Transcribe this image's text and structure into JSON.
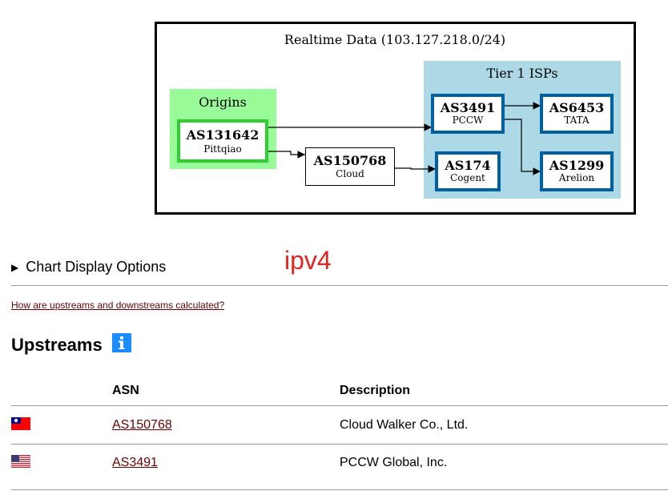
{
  "graph": {
    "title": "Realtime Data (103.127.218.0/24)",
    "clusters": {
      "origins": "Origins",
      "tier1": "Tier 1 ISPs"
    },
    "nodes": {
      "as131642": {
        "asn": "AS131642",
        "name": "Pittqiao"
      },
      "as150768": {
        "asn": "AS150768",
        "name": "Cloud"
      },
      "as3491": {
        "asn": "AS3491",
        "name": "PCCW"
      },
      "as174": {
        "asn": "AS174",
        "name": "Cogent"
      },
      "as6453": {
        "asn": "AS6453",
        "name": "TATA"
      },
      "as1299": {
        "asn": "AS1299",
        "name": "Arelion"
      }
    }
  },
  "options": {
    "label": "Chart Display Options"
  },
  "annotation": "ipv4",
  "help_link": "How are upstreams and downstreams calculated?",
  "upstreams": {
    "heading": "Upstreams",
    "columns": {
      "asn": "ASN",
      "description": "Description"
    },
    "rows": [
      {
        "flag": "taiwan-flag-icon",
        "asn": "AS150768",
        "description": "Cloud Walker Co., Ltd."
      },
      {
        "flag": "usa-flag-icon",
        "asn": "AS3491",
        "description": "PCCW Global, Inc."
      }
    ]
  },
  "colors": {
    "origin_cluster": "#98fb98",
    "origin_border": "#32cd32",
    "tier1_cluster": "#add8e6",
    "tier1_border": "#0060a0",
    "annotation": "#e8231f",
    "link": "#6b0000",
    "info": "#1a8cff"
  }
}
